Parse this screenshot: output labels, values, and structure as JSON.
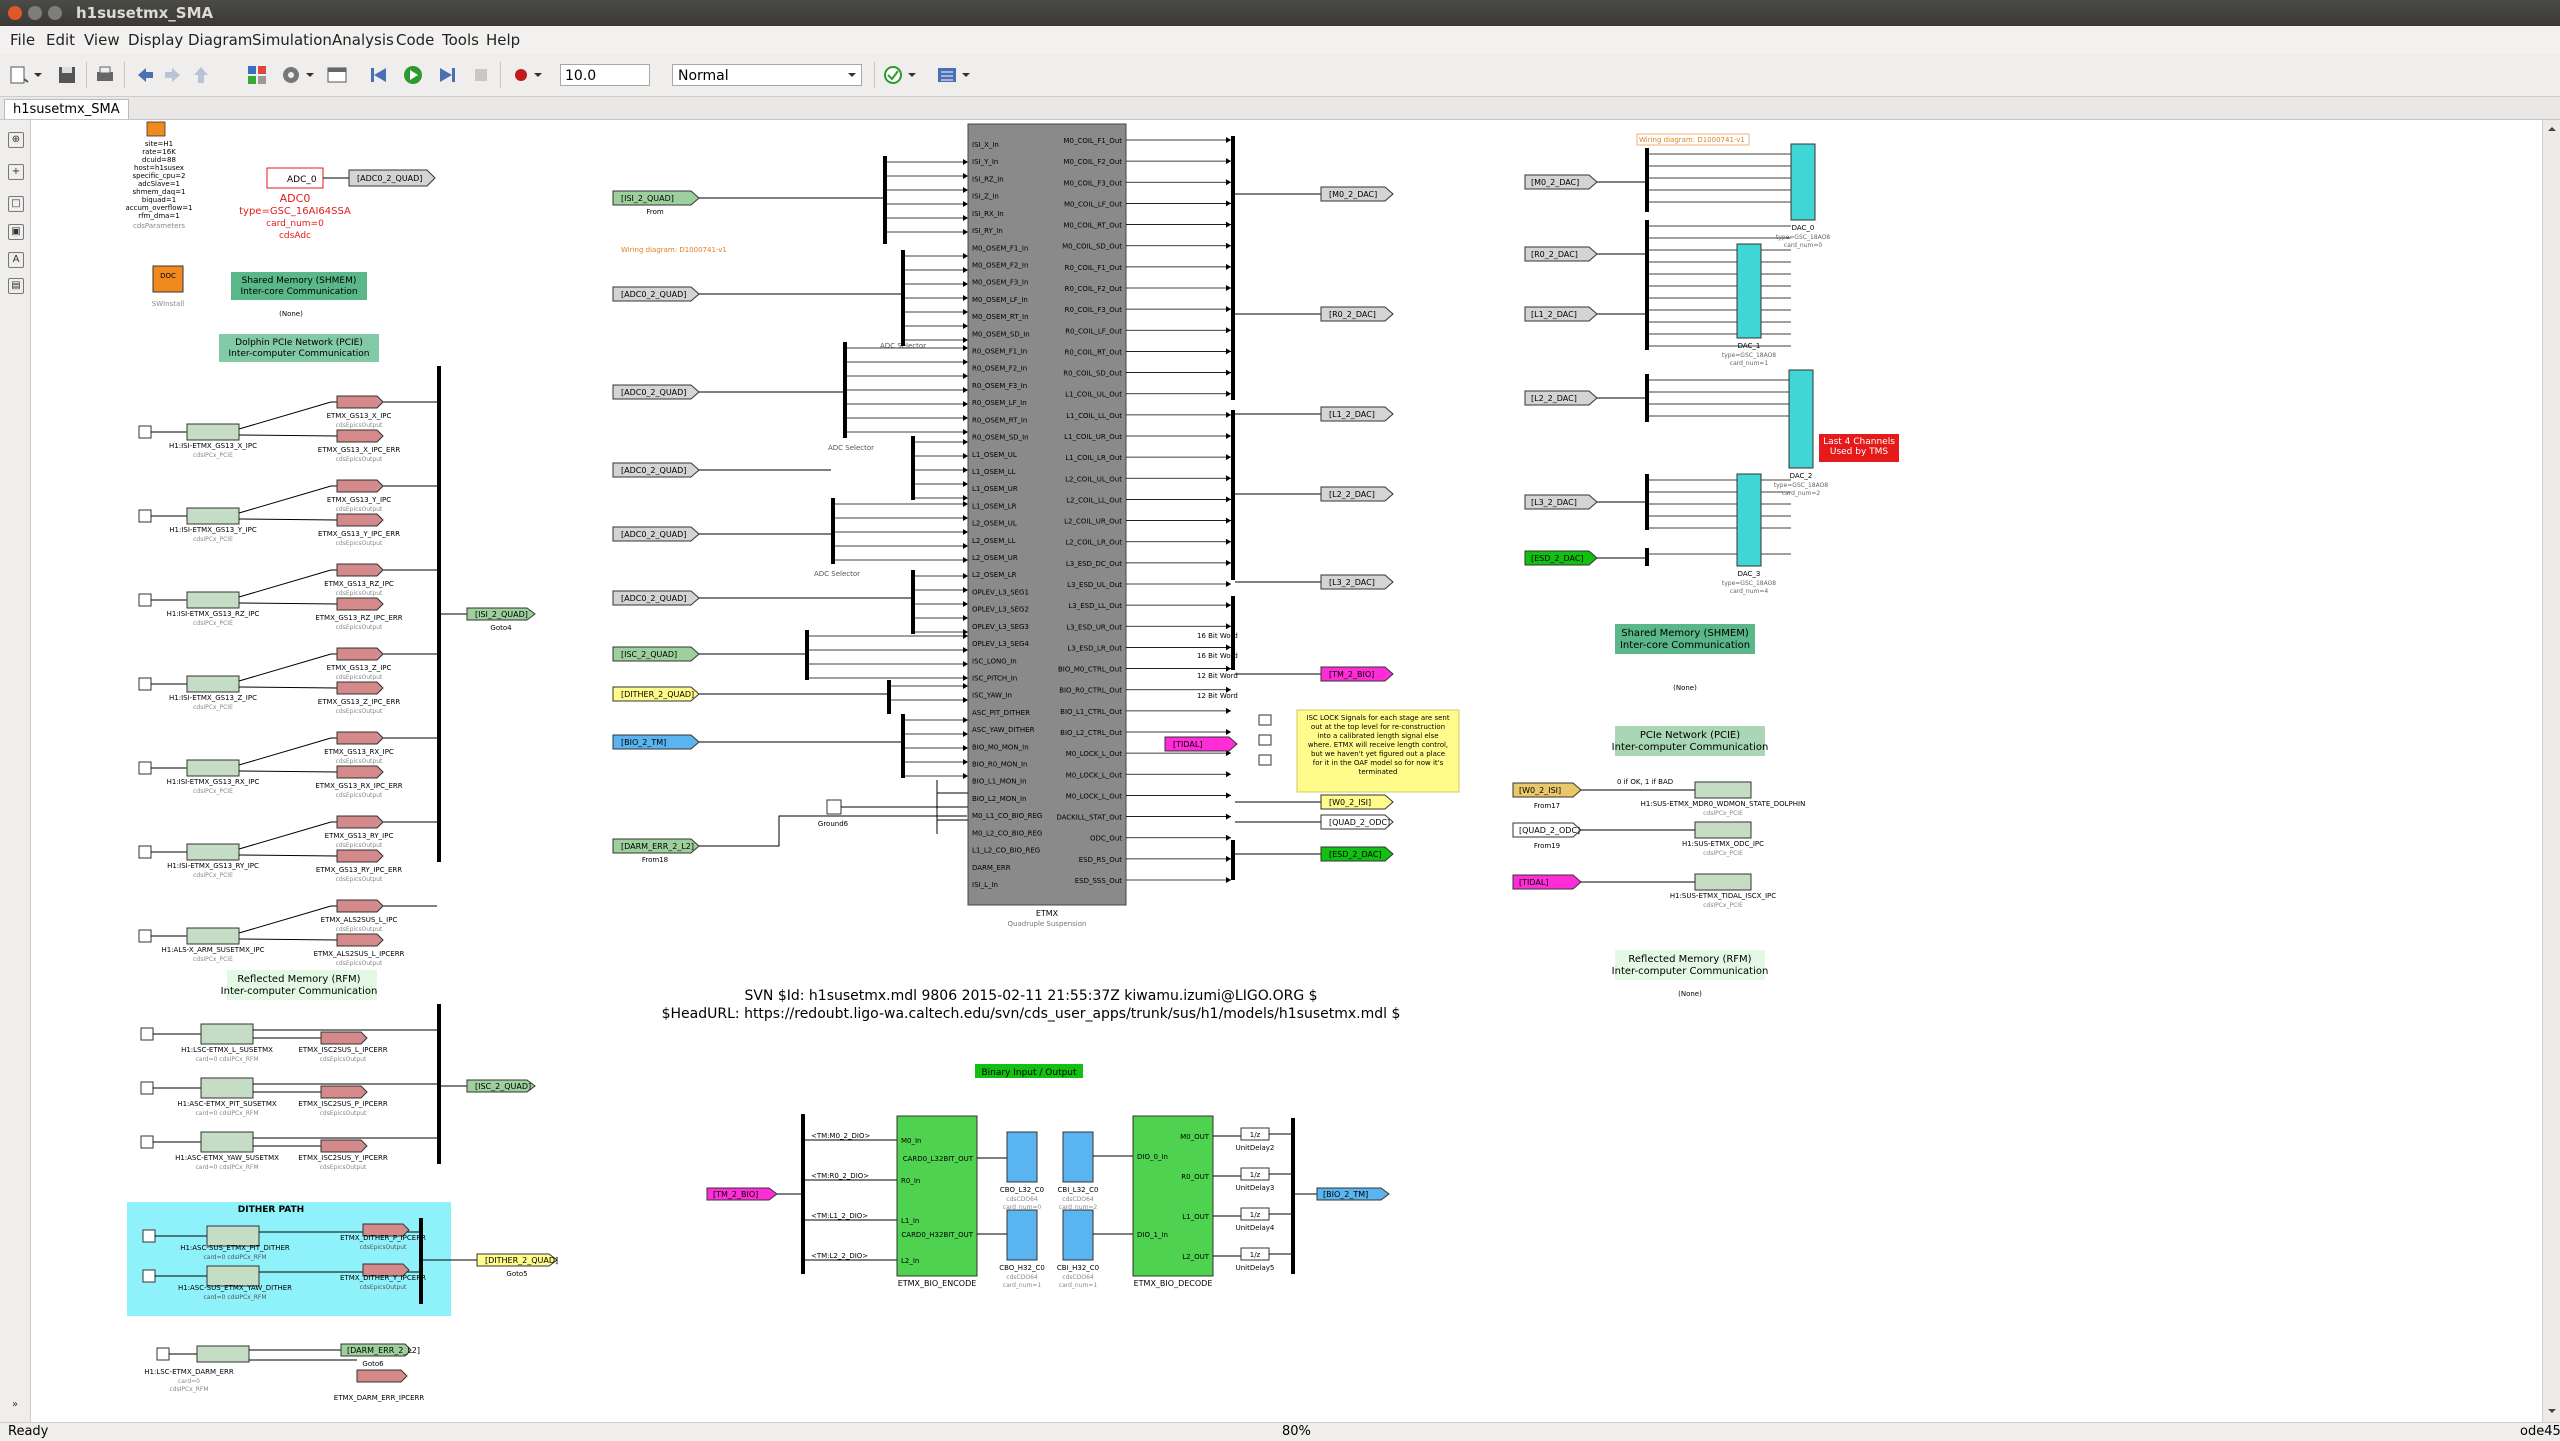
{
  "window": {
    "title": "h1susetmx_SMA"
  },
  "menu": [
    "File",
    "Edit",
    "View",
    "Display",
    "Diagram",
    "Simulation",
    "Analysis",
    "Code",
    "Tools",
    "Help"
  ],
  "toolbar": {
    "stop_time": "10.0",
    "sim_mode": "Normal"
  },
  "tab": {
    "label": "h1susetmx_SMA"
  },
  "status": {
    "left": "Ready",
    "zoom": "80%",
    "solver": "ode45"
  },
  "diagram": {
    "params_block": [
      "site=H1",
      "rate=16K",
      "dcuid=88",
      "host=h1susex",
      "specific_cpu=2",
      "adcSlave=1",
      "shmem_daq=1",
      "biquad=1",
      "accum_overflow=1",
      "rfm_dma=1"
    ],
    "params_label": "cdsParameters",
    "swinstall_label": "SWInstall",
    "adc": {
      "name": "ADC_0",
      "out": "[ADC0_2_QUAD]",
      "title": "ADC0",
      "type": "type=GSC_16AI64SSA",
      "card": "card_num=0",
      "sub": "cdsAdc"
    },
    "shmem_title": "Shared Memory (SHMEM)",
    "shmem_sub": "Inter-core Communication",
    "none": "(None)",
    "pcie_title": "Dolphin PCIe Network (PCIE)",
    "pcie_sub": "Inter-computer Communication",
    "ipc_rows": [
      {
        "ipc": "H1:ISI-ETMX_GS13_X_IPC",
        "out1": "ETMX_GS13_X_IPC",
        "out2": "ETMX_GS13_X_IPC_ERR"
      },
      {
        "ipc": "H1:ISI-ETMX_GS13_Y_IPC",
        "out1": "ETMX_GS13_Y_IPC",
        "out2": "ETMX_GS13_Y_IPC_ERR"
      },
      {
        "ipc": "H1:ISI-ETMX_GS13_RZ_IPC",
        "out1": "ETMX_GS13_RZ_IPC",
        "out2": "ETMX_GS13_RZ_IPC_ERR"
      },
      {
        "ipc": "H1:ISI-ETMX_GS13_Z_IPC",
        "out1": "ETMX_GS13_Z_IPC",
        "out2": "ETMX_GS13_Z_IPC_ERR"
      },
      {
        "ipc": "H1:ISI-ETMX_GS13_RX_IPC",
        "out1": "ETMX_GS13_RX_IPC",
        "out2": "ETMX_GS13_RX_IPC_ERR"
      },
      {
        "ipc": "H1:ISI-ETMX_GS13_RY_IPC",
        "out1": "ETMX_GS13_RY_IPC",
        "out2": "ETMX_GS13_RY_IPC_ERR"
      },
      {
        "ipc": "H1:ALS-X_ARM_SUSETMX_IPC",
        "out1": "ETMX_ALS2SUS_L_IPC",
        "out2": "ETMX_ALS2SUS_L_IPCERR"
      }
    ],
    "ipc_sub": "cdsIPCx_PCIE",
    "epics_sub": "cdsEpicsOutput",
    "isi_goto": "[ISI_2_QUAD]",
    "goto4": "Goto4",
    "rfm_title": "Reflected Memory (RFM)",
    "rfm_sub": "Inter-computer Communication",
    "rfm_rows": [
      {
        "ipc": "H1:LSC-ETMX_L_SUSETMX",
        "out": "ETMX_ISC2SUS_L_IPCERR"
      },
      {
        "ipc": "H1:ASC-ETMX_PIT_SUSETMX",
        "out": "ETMX_ISC2SUS_P_IPCERR"
      },
      {
        "ipc": "H1:ASC-ETMX_YAW_SUSETMX",
        "out": "ETMX_ISC2SUS_Y_IPCERR"
      }
    ],
    "rfm_card": "card=0 cdsIPCx_RFM",
    "isc_goto": "[ISC_2_QUAD]",
    "dither_title": "DITHER PATH",
    "dither_rows": [
      {
        "ipc": "H1:ASC-SUS_ETMX_PIT_DITHER",
        "out": "ETMX_DITHER_P_IPCERR"
      },
      {
        "ipc": "H1:ASC-SUS_ETMX_YAW_DITHER",
        "out": "ETMX_DITHER_Y_IPCERR"
      }
    ],
    "dither_goto": "[DITHER_2_QUAD]",
    "goto5": "Goto5",
    "darm": {
      "ipc": "H1:LSC-ETMX_DARM_ERR",
      "card": "card=0",
      "sub": "cdsIPCx_RFM",
      "goto": "[DARM_ERR_2_L2]",
      "goto_label": "Goto6",
      "err": "ETMX_DARM_ERR_IPCERR"
    },
    "froms": [
      {
        "tag": "[ISI_2_QUAD]",
        "label": "From"
      },
      {
        "tag": "[ADC0_2_QUAD]",
        "label": ""
      },
      {
        "tag": "[ADC0_2_QUAD]",
        "label": ""
      },
      {
        "tag": "[ADC0_2_QUAD]",
        "label": ""
      },
      {
        "tag": "[ADC0_2_QUAD]",
        "label": ""
      },
      {
        "tag": "[ADC0_2_QUAD]",
        "label": ""
      },
      {
        "tag": "[ISC_2_QUAD]",
        "label": ""
      },
      {
        "tag": "[DITHER_2_QUAD]",
        "label": ""
      },
      {
        "tag": "[BIO_2_TM]",
        "label": ""
      },
      {
        "tag": "[DARM_ERR_2_L2]",
        "label": "From18"
      }
    ],
    "wiring_note": "Wiring diagram: D1000741-v1",
    "adc_selector": "ADC Selector",
    "ground": "Ground6",
    "quad": {
      "name": "ETMX",
      "sub": "Quadruple Suspension",
      "inputs": [
        "ISI_X_In",
        "ISI_Y_In",
        "ISI_RZ_In",
        "ISI_Z_In",
        "ISI_RX_In",
        "ISI_RY_In",
        "M0_OSEM_F1_In",
        "M0_OSEM_F2_In",
        "M0_OSEM_F3_In",
        "M0_OSEM_LF_In",
        "M0_OSEM_RT_In",
        "M0_OSEM_SD_In",
        "R0_OSEM_F1_In",
        "R0_OSEM_F2_In",
        "R0_OSEM_F3_In",
        "R0_OSEM_LF_In",
        "R0_OSEM_RT_In",
        "R0_OSEM_SD_In",
        "L1_OSEM_UL",
        "L1_OSEM_LL",
        "L1_OSEM_UR",
        "L1_OSEM_LR",
        "L2_OSEM_UL",
        "L2_OSEM_LL",
        "L2_OSEM_UR",
        "L2_OSEM_LR",
        "OPLEV_L3_SEG1",
        "OPLEV_L3_SEG2",
        "OPLEV_L3_SEG3",
        "OPLEV_L3_SEG4",
        "ISC_LONG_In",
        "ISC_PITCH_In",
        "ISC_YAW_In",
        "ASC_PIT_DITHER",
        "ASC_YAW_DITHER",
        "BIO_M0_MON_In",
        "BIO_R0_MON_In",
        "BIO_L1_MON_In",
        "BIO_L2_MON_In",
        "M0_L1_CO_BIO_REG",
        "M0_L2_CO_BIO_REG",
        "L1_L2_CO_BIO_REG",
        "DARM_ERR",
        "ISI_L_In"
      ],
      "outputs": [
        "M0_COIL_F1_Out",
        "M0_COIL_F2_Out",
        "M0_COIL_F3_Out",
        "M0_COIL_LF_Out",
        "M0_COIL_RT_Out",
        "M0_COIL_SD_Out",
        "R0_COIL_F1_Out",
        "R0_COIL_F2_Out",
        "R0_COIL_F3_Out",
        "R0_COIL_LF_Out",
        "R0_COIL_RT_Out",
        "R0_COIL_SD_Out",
        "L1_COIL_UL_Out",
        "L1_COIL_LL_Out",
        "L1_COIL_UR_Out",
        "L1_COIL_LR_Out",
        "L2_COIL_UL_Out",
        "L2_COIL_LL_Out",
        "L2_COIL_UR_Out",
        "L2_COIL_LR_Out",
        "L3_ESD_DC_Out",
        "L3_ESD_UL_Out",
        "L3_ESD_LL_Out",
        "L3_ESD_UR_Out",
        "L3_ESD_LR_Out",
        "BIO_M0_CTRL_Out",
        "BIO_R0_CTRL_Out",
        "BIO_L1_CTRL_Out",
        "BIO_L2_CTRL_Out",
        "M0_LOCK_L_Out",
        "M0_LOCK_L_Out",
        "M0_LOCK_L_Out",
        "DACKILL_STAT_Out",
        "ODC_Out",
        "ESD_RS_Out",
        "ESD_SSS_Out"
      ]
    },
    "dac_gotos": [
      "[M0_2_DAC]",
      "[R0_2_DAC]",
      "[L1_2_DAC]",
      "[L2_2_DAC]",
      "[L3_2_DAC]",
      "[TM_2_BIO]",
      "[TIDAL]",
      "[W0_2_ISI]",
      "[QUAD_2_ODC]",
      "[ESD_2_DAC]"
    ],
    "bit_words": [
      "16 Bit Word",
      "16 Bit Word",
      "12 Bit Word",
      "12 Bit Word"
    ],
    "isc_note": "ISC LOCK Signals for each stage are sent out at the top level for re-construction into a calibrated length signal else where. ETMX will receive length control, but we haven't yet figured out a place for it in the OAF model so for now it's terminated",
    "dac_froms": [
      "[M0_2_DAC]",
      "[R0_2_DAC]",
      "[L1_2_DAC]",
      "[L2_2_DAC]",
      "[L3_2_DAC]",
      "[ESD_2_DAC]"
    ],
    "dacs": [
      {
        "name": "DAC_0",
        "type": "type=GSC_18AO8",
        "card": "card_num=0"
      },
      {
        "name": "DAC_1",
        "type": "type=GSC_18AO8",
        "card": "card_num=1"
      },
      {
        "name": "DAC_2",
        "type": "type=GSC_18AO8",
        "card": "card_num=2"
      },
      {
        "name": "DAC_3",
        "type": "type=GSC_18AO8",
        "card": "card_num=4"
      }
    ],
    "tms_warning": "Last 4 Channels Used by TMS",
    "pcie_net_title": "PCIe Network (PCIE)",
    "pcie_net_sub": "Inter-computer Communication",
    "right_ipcs": [
      {
        "from": "[W0_2_ISI]",
        "label": "From17",
        "ipc": "H1:SUS-ETMX_MDR0_WDMON_STATE_DOLPHIN",
        "note": "0 if OK, 1 if BAD"
      },
      {
        "from": "[QUAD_2_ODC]",
        "label": "From19",
        "ipc": "H1:SUS-ETMX_ODC_IPC",
        "note": ""
      },
      {
        "from": "[TIDAL]",
        "label": "",
        "ipc": "H1:SUS-ETMX_TIDAL_ISCX_IPC",
        "note": ""
      }
    ],
    "rfm_right_title": "Reflected Memory (RFM)",
    "rfm_right_sub": "Inter-computer Communication",
    "svn_id": "SVN $Id: h1susetmx.mdl 9806 2015-02-11 21:55:37Z kiwamu.izumi@LIGO.ORG $",
    "svn_url": "$HeadURL: https://redoubt.ligo-wa.caltech.edu/svn/cds_user_apps/trunk/sus/h1/models/h1susetmx.mdl $",
    "bio_title": "Binary Input / Output",
    "bio_from": "[TM_2_BIO]",
    "bio_demux": [
      "<TM:M0_2_DIO>",
      "<TM:R0_2_DIO>",
      "<TM:L1_2_DIO>",
      "<TM:L2_2_DIO>"
    ],
    "bio_encode": {
      "name": "ETMX_BIO_ENCODE",
      "ins": [
        "M0_In",
        "R0_In",
        "L1_In",
        "L2_In"
      ],
      "outs": [
        "CARD0_L32BIT_OUT",
        "CARD0_H32BIT_OUT"
      ]
    },
    "bio_cards": [
      {
        "name": "CBO_L32_C0",
        "sub": "cdsCDO64",
        "card": "card_num=0"
      },
      {
        "name": "CBI_L32_C0",
        "sub": "cdsCDO64",
        "card": "card_num=2"
      },
      {
        "name": "CBO_H32_C0",
        "sub": "cdsCDO64",
        "card": "card_num=1"
      },
      {
        "name": "CBI_H32_C0",
        "sub": "cdsCDO64",
        "card": "card_num=1"
      }
    ],
    "bio_decode": {
      "name": "ETMX_BIO_DECODE",
      "ins": [
        "DIO_0_In",
        "DIO_1_In"
      ],
      "outs": [
        "M0_OUT",
        "R0_OUT",
        "L1_OUT",
        "L2_OUT"
      ]
    },
    "unit_delays": [
      "UnitDelay2",
      "UnitDelay3",
      "UnitDelay4",
      "UnitDelay5"
    ],
    "bio_goto": "[BIO_2_TM]"
  },
  "colors": {
    "goto_grey": "#d4d4d4",
    "goto_green": "#11c011",
    "goto_magenta": "#ff2dd8",
    "goto_yellow": "#fffc8c",
    "goto_cyan": "#5ab4f0",
    "dac_cyan": "#40d6d6",
    "bio_green": "#4fd24f",
    "dither_bg": "#8ff2fa",
    "warning_red": "#e51a1a"
  }
}
